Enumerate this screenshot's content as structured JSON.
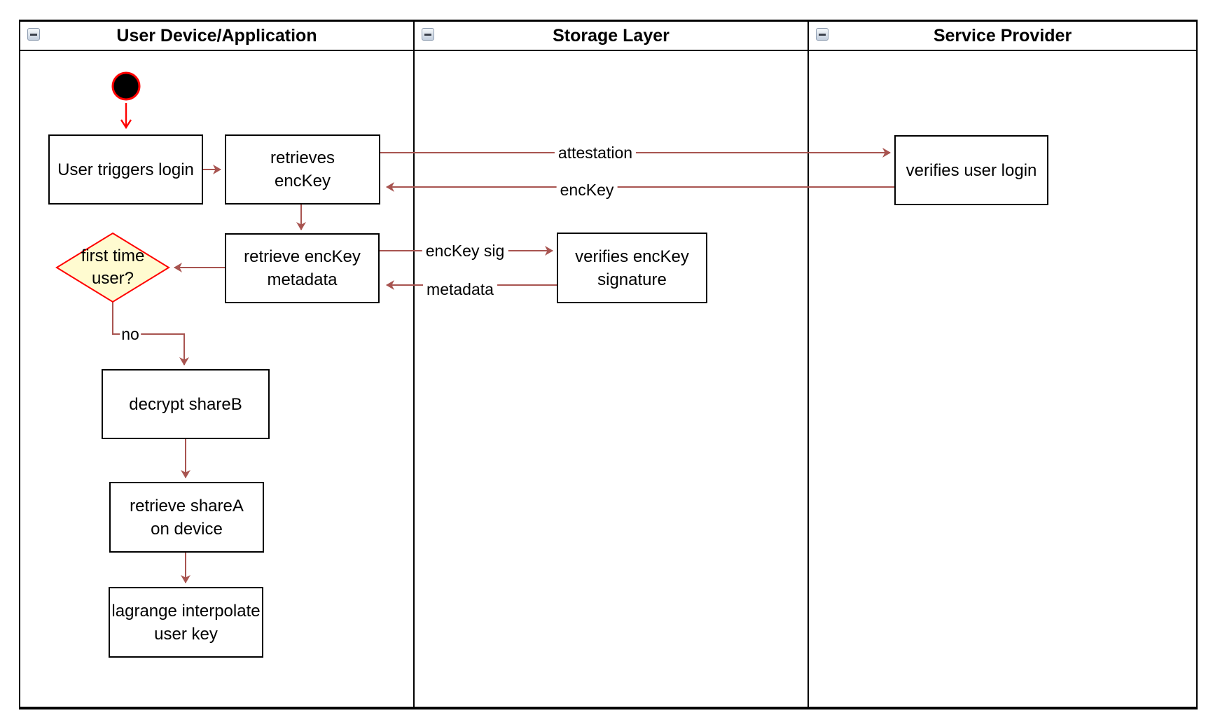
{
  "diagram": {
    "type": "uml-activity-swimlane",
    "lanes": [
      {
        "title": "User Device/Application",
        "collapse_icon": "minus-icon"
      },
      {
        "title": "Storage Layer",
        "collapse_icon": "minus-icon"
      },
      {
        "title": "Service Provider",
        "collapse_icon": "minus-icon"
      }
    ],
    "nodes": {
      "start": "initial-state-circle",
      "user_triggers_login": "User triggers login",
      "retrieves_enckey": "retrieves\nencKey",
      "retrieve_enckey_metadata": "retrieve encKey\nmetadata",
      "first_time_user": "first time\nuser?",
      "decrypt_shareb": "decrypt shareB",
      "retrieve_sharea": "retrieve shareA\non device",
      "lagrange_interpolate": "lagrange interpolate\nuser key",
      "verifies_enckey_signature": "verifies encKey\nsignature",
      "verifies_user_login": "verifies user login"
    },
    "edge_labels": {
      "attestation": "attestation",
      "enckey": "encKey",
      "enckey_sig": "encKey sig",
      "metadata": "metadata",
      "no": "no"
    },
    "colors": {
      "arrow": "#a85450",
      "start_accent": "#ff0000",
      "decision_fill": "#fffbd0",
      "decision_border": "#ff0000",
      "node_border": "#000000",
      "node_fill": "#ffffff"
    }
  }
}
